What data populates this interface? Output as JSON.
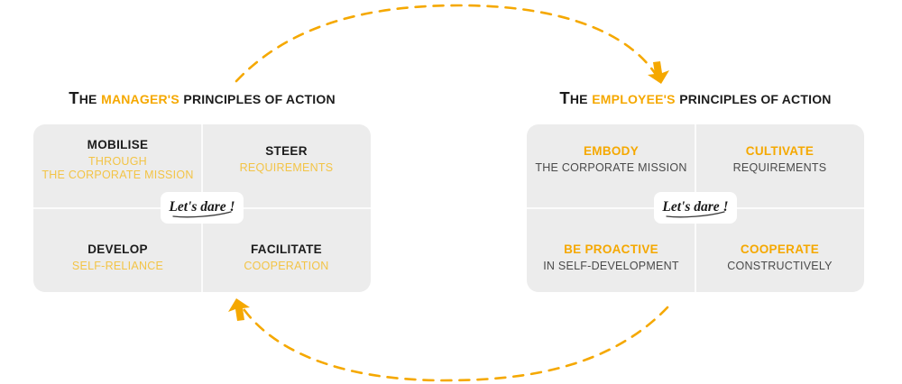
{
  "colors": {
    "accent_amber": "#F5A800",
    "accent_pale_gold": "#F3C446",
    "panel_bg": "#ECECEC",
    "divider": "#FBFBFB",
    "text_dark": "#1C1C1C",
    "text_gray": "#4A4A4A",
    "background": "#FFFFFF"
  },
  "panels": {
    "left": {
      "title": {
        "lead_cap": "T",
        "lead_rest": "HE",
        "highlight": "MANAGER'S",
        "tail": "PRINCIPLES OF ACTION"
      },
      "quadrants": [
        {
          "heading": "MOBILISE",
          "sub_line1": "THROUGH",
          "sub_line2": "THE CORPORATE MISSION"
        },
        {
          "heading": "STEER",
          "sub_line1": "REQUIREMENTS",
          "sub_line2": ""
        },
        {
          "heading": "DEVELOP",
          "sub_line1": "SELF-RELIANCE",
          "sub_line2": ""
        },
        {
          "heading": "FACILITATE",
          "sub_line1": "COOPERATION",
          "sub_line2": ""
        }
      ],
      "badge": "Let's dare !"
    },
    "right": {
      "title": {
        "lead_cap": "T",
        "lead_rest": "HE",
        "highlight": "EMPLOYEE'S",
        "tail": "PRINCIPLES OF ACTION"
      },
      "quadrants": [
        {
          "heading": "EMBODY",
          "sub_line1": "THE CORPORATE MISSION",
          "sub_line2": ""
        },
        {
          "heading": "CULTIVATE",
          "sub_line1": "REQUIREMENTS",
          "sub_line2": ""
        },
        {
          "heading": "BE PROACTIVE",
          "sub_line1": "IN SELF-DEVELOPMENT",
          "sub_line2": ""
        },
        {
          "heading": "COOPERATE",
          "sub_line1": "CONSTRUCTIVELY",
          "sub_line2": ""
        }
      ],
      "badge": "Let's dare !"
    }
  },
  "arrows": {
    "top": {
      "direction": "left-to-right",
      "style": "dashed-curve",
      "color": "#F5A800"
    },
    "bottom": {
      "direction": "right-to-left",
      "style": "dashed-curve",
      "color": "#F5A800"
    }
  }
}
